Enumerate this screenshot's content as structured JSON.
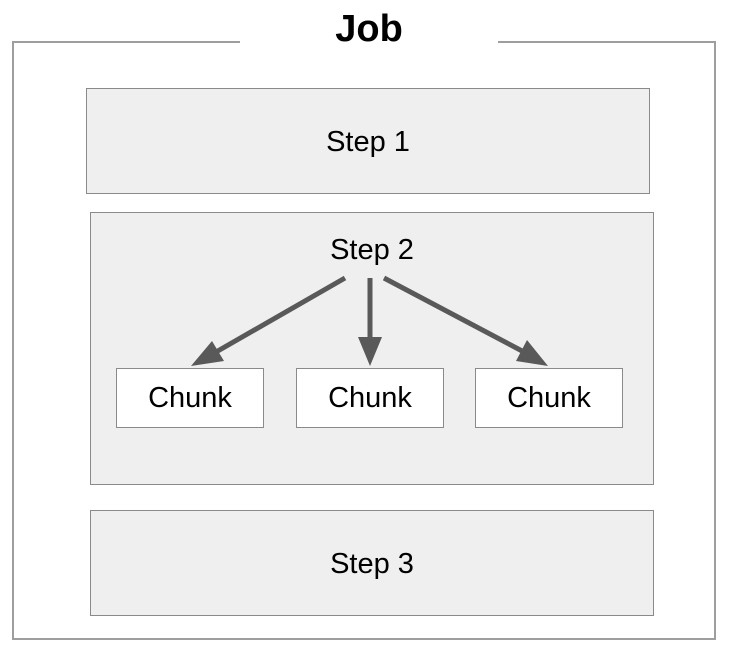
{
  "job": {
    "title": "Job"
  },
  "steps": {
    "step1": "Step 1",
    "step2": "Step 2",
    "step3": "Step 3"
  },
  "chunks": [
    "Chunk",
    "Chunk",
    "Chunk"
  ],
  "colors": {
    "box_fill": "#efefef",
    "box_border": "#8a8a8a",
    "frame_line": "#9e9e9e",
    "arrow": "#595959",
    "chunk_fill": "#ffffff"
  }
}
